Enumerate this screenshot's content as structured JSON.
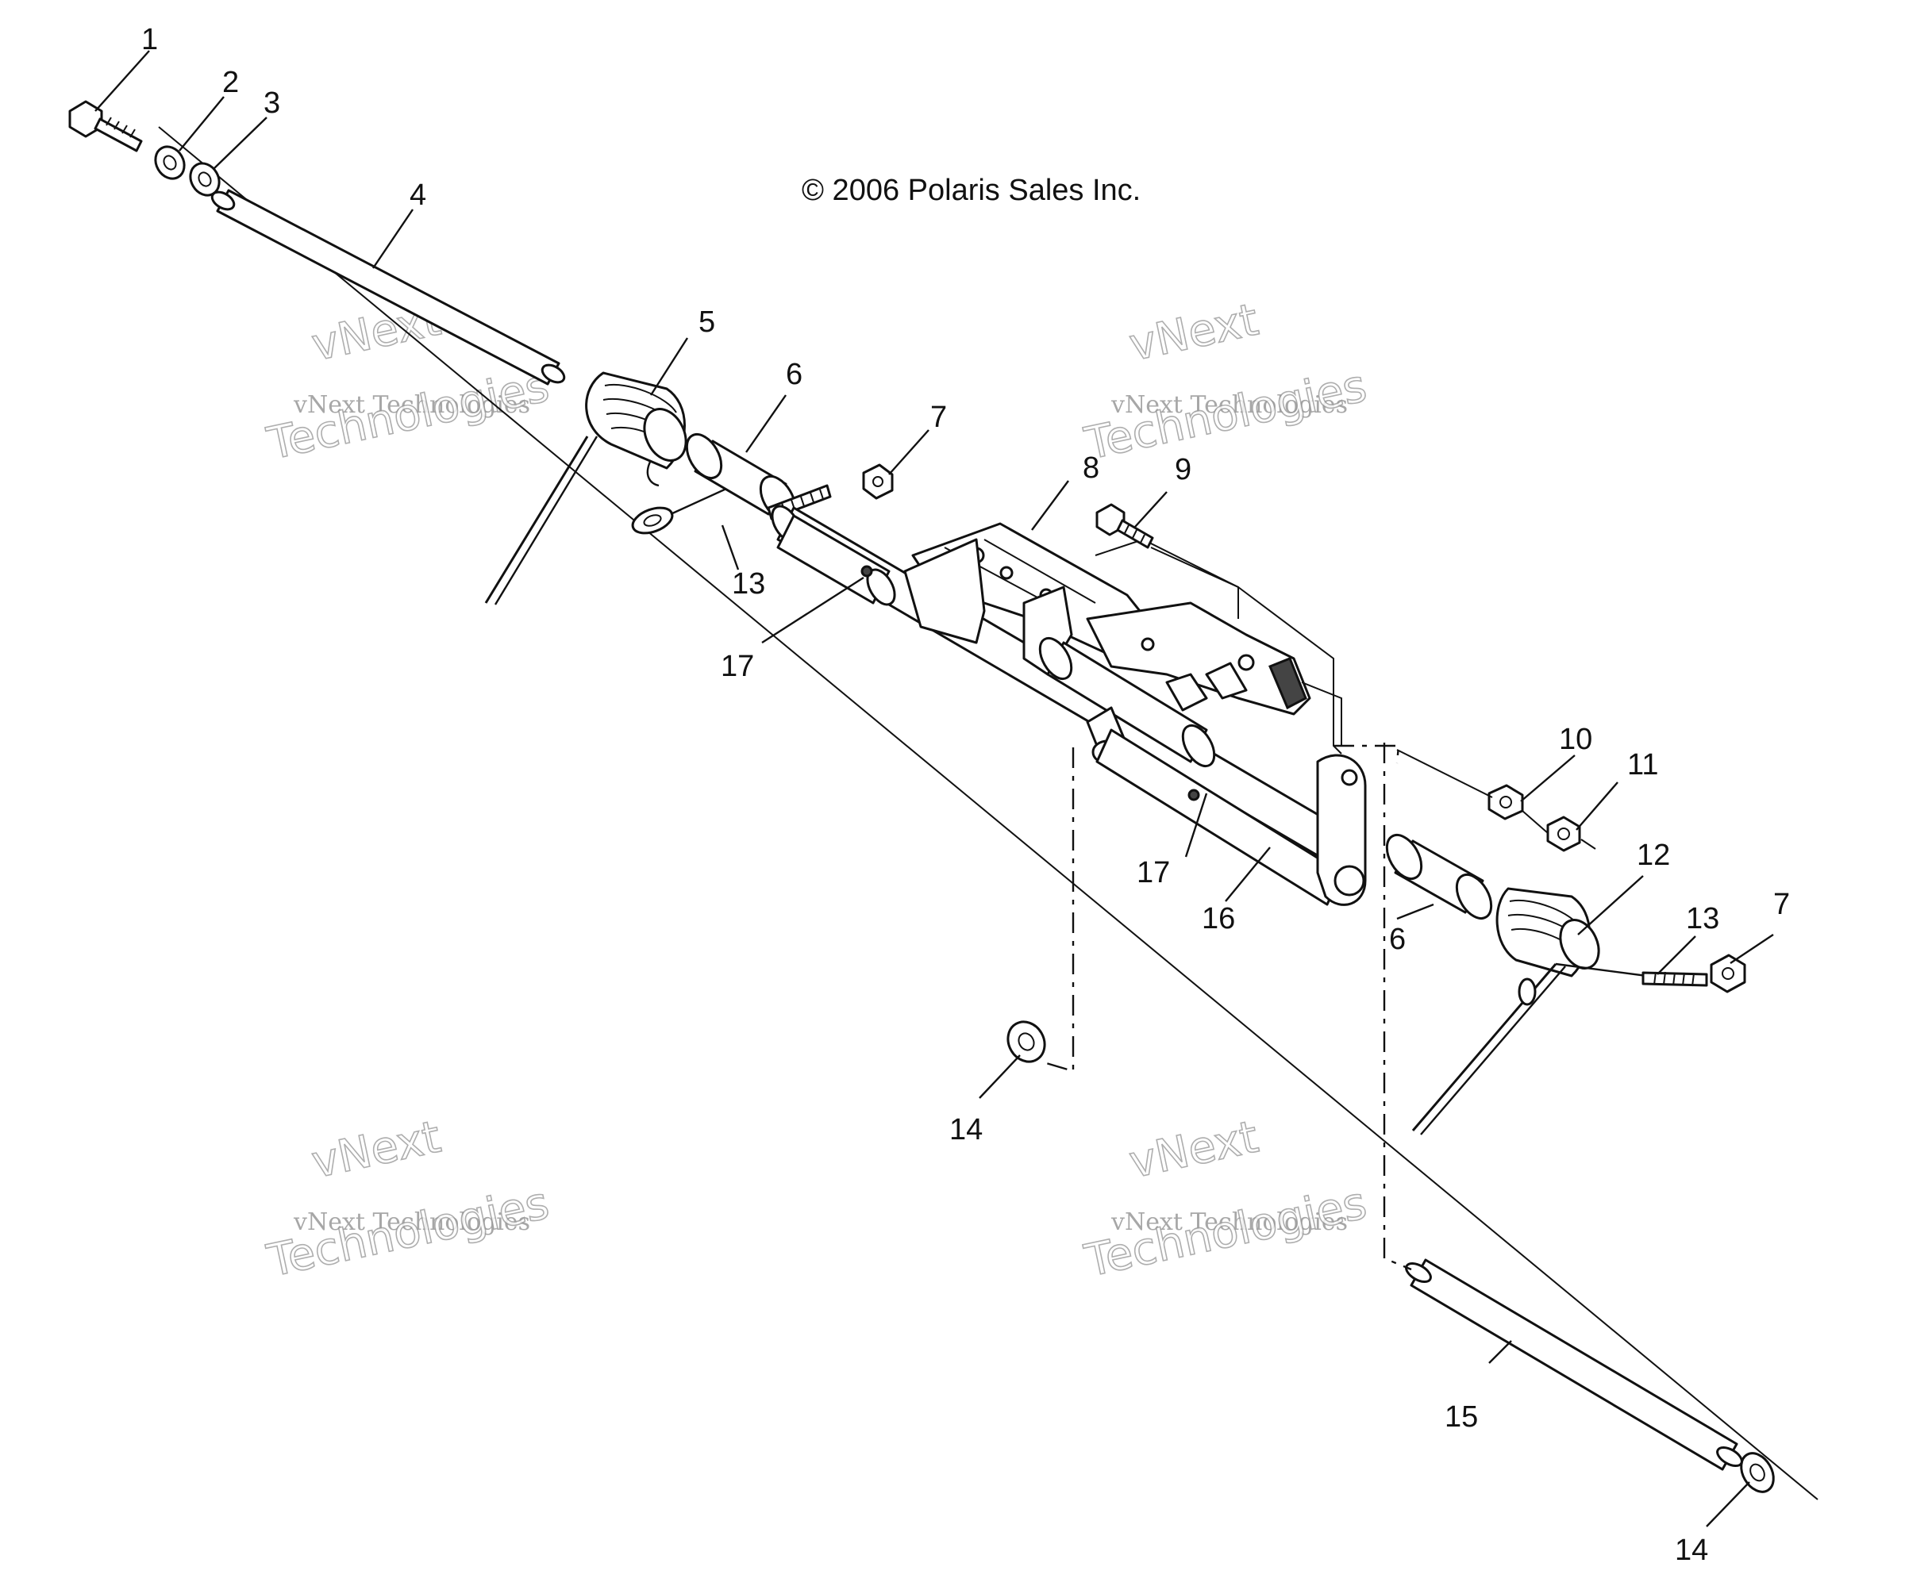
{
  "copyright": "© 2006 Polaris Sales Inc.",
  "watermark": {
    "line_top": "vNext",
    "line_small": "vNext Technologies",
    "line_big": "Technologies"
  },
  "callouts": [
    "1",
    "2",
    "3",
    "4",
    "5",
    "6",
    "7",
    "8",
    "9",
    "10",
    "11",
    "12",
    "13",
    "14",
    "15",
    "16",
    "17",
    "6",
    "7",
    "13",
    "14",
    "17"
  ]
}
